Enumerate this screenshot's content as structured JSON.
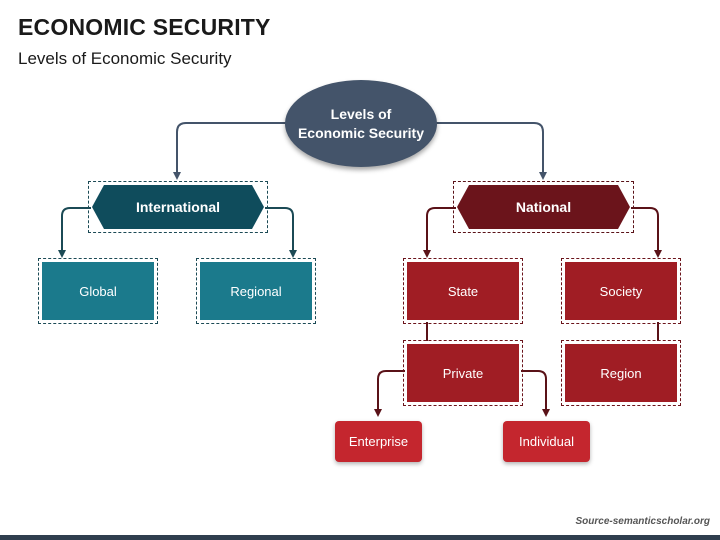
{
  "header": {
    "title": "ECONOMIC SECURITY",
    "subtitle": "Levels of Economic Security"
  },
  "diagram": {
    "root": "Levels of\nEconomic Security",
    "international": {
      "label": "International",
      "children": [
        "Global",
        "Regional"
      ]
    },
    "national": {
      "label": "National",
      "children": [
        "State",
        "Society"
      ],
      "state_child": "Private",
      "society_child": "Region",
      "private_children": [
        "Enterprise",
        "Individual"
      ]
    }
  },
  "colors": {
    "root": "#44546a",
    "international_dark": "#0f4c5c",
    "international_light": "#1b7a8c",
    "national_dark": "#6b141b",
    "national_mid": "#a01d24",
    "leaf": "#c4262e"
  },
  "footer": {
    "source": "Source-semanticscholar.org"
  }
}
